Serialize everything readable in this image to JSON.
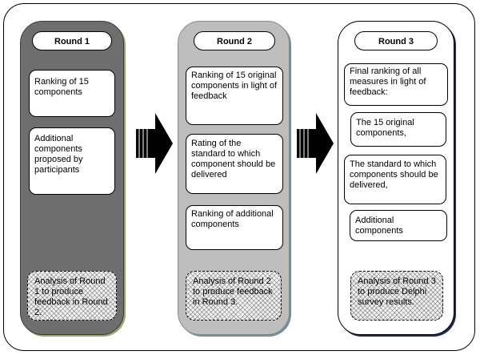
{
  "rounds": [
    {
      "title": "Round 1",
      "items": [
        "Ranking of 15 components",
        "Additional components proposed by participants"
      ],
      "analysis": "Analysis of Round 1 to produce feedback in Round 2."
    },
    {
      "title": "Round 2",
      "items": [
        "Ranking of 15 original components in light of feedback",
        "Rating of the standard to which component should be delivered",
        "Ranking of additional components"
      ],
      "analysis": "Analysis of Round 2 to produce feedback in Round 3."
    },
    {
      "title": "Round 3",
      "items": [
        "Final ranking of all measures in light of feedback:",
        "The 15 original components,",
        "The standard to which components should be delivered,",
        "Additional components"
      ],
      "analysis": "Analysis of Round 3 to produce Delphi survey results."
    }
  ],
  "colors": {
    "round1": "#6e6e6e",
    "round2": "#bdbdbd",
    "round3": "#ffffff",
    "arrow": "#000000"
  }
}
